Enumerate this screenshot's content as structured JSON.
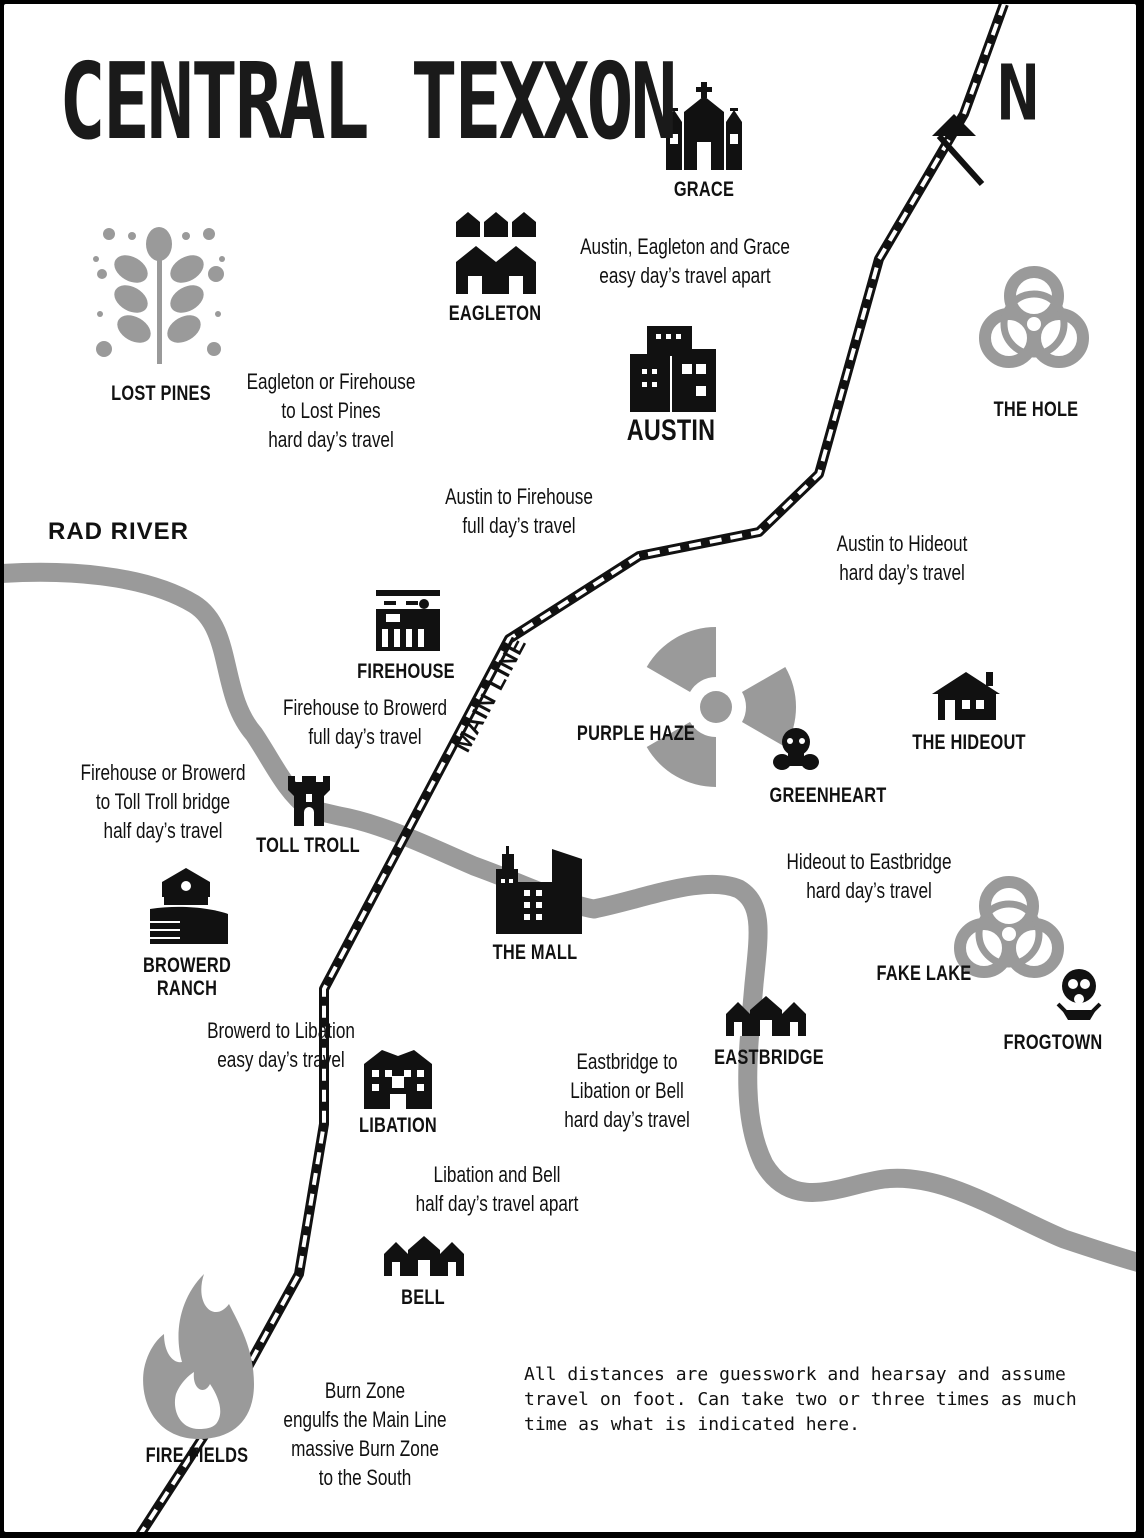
{
  "title": "CENTRAL TEXXON",
  "north": "N",
  "river_label": "RAD RIVER",
  "rail_label": "MAIN LINE",
  "locations": [
    {
      "id": "grace",
      "name": "GRACE",
      "icon": "church-icon"
    },
    {
      "id": "eagleton",
      "name": "EAGLETON",
      "icon": "houses-icon"
    },
    {
      "id": "austin",
      "name": "AUSTIN",
      "icon": "city-buildings-icon"
    },
    {
      "id": "lost-pines",
      "name": "LOST PINES",
      "icon": "plant-icon"
    },
    {
      "id": "the-hole",
      "name": "THE HOLE",
      "icon": "biohazard-icon"
    },
    {
      "id": "firehouse",
      "name": "FIREHOUSE",
      "icon": "firehouse-icon"
    },
    {
      "id": "purple-haze",
      "name": "PURPLE HAZE",
      "icon": "radiation-icon"
    },
    {
      "id": "greenheart",
      "name": "GREENHEART",
      "icon": "monster-icon"
    },
    {
      "id": "the-hideout",
      "name": "THE HIDEOUT",
      "icon": "cabin-icon"
    },
    {
      "id": "toll-troll",
      "name": "TOLL TROLL",
      "icon": "tower-icon"
    },
    {
      "id": "the-mall",
      "name": "THE MALL",
      "icon": "skyscrapers-icon"
    },
    {
      "id": "browerd-ranch",
      "name": "BROWERD\nRANCH",
      "icon": "barn-icon"
    },
    {
      "id": "fake-lake",
      "name": "FAKE LAKE",
      "icon": "biohazard-icon"
    },
    {
      "id": "frogtown",
      "name": "FROGTOWN",
      "icon": "gasmask-skull-icon"
    },
    {
      "id": "eastbridge",
      "name": "EASTBRIDGE",
      "icon": "houses-icon"
    },
    {
      "id": "libation",
      "name": "LIBATION",
      "icon": "apartment-icon"
    },
    {
      "id": "bell",
      "name": "BELL",
      "icon": "houses-icon"
    },
    {
      "id": "fire-fields",
      "name": "FIRE FIELDS",
      "icon": "flame-icon"
    }
  ],
  "travel_notes": [
    {
      "id": "aeg",
      "lines": [
        "Austin, Eagleton and Grace",
        "easy day’s travel apart"
      ]
    },
    {
      "id": "eflp",
      "lines": [
        "Eagleton or Firehouse",
        "to Lost Pines",
        "hard day’s travel"
      ]
    },
    {
      "id": "af",
      "lines": [
        "Austin to Firehouse",
        "full day’s travel"
      ]
    },
    {
      "id": "ah",
      "lines": [
        "Austin to Hideout",
        "hard day’s travel"
      ]
    },
    {
      "id": "fb",
      "lines": [
        "Firehouse to Browerd",
        "full day’s travel"
      ]
    },
    {
      "id": "fbt",
      "lines": [
        "Firehouse or Browerd",
        "to Toll Troll bridge",
        "half day’s travel"
      ]
    },
    {
      "id": "he",
      "lines": [
        "Hideout to Eastbridge",
        "hard day’s travel"
      ]
    },
    {
      "id": "bl",
      "lines": [
        "Browerd to Libation",
        "easy day’s travel"
      ]
    },
    {
      "id": "elb",
      "lines": [
        "Eastbridge to",
        "Libation or Bell",
        "hard day’s travel"
      ]
    },
    {
      "id": "lb",
      "lines": [
        "Libation and Bell",
        "half day’s travel apart"
      ]
    },
    {
      "id": "bz",
      "lines": [
        "Burn Zone",
        "engulfs the Main Line",
        "massive Burn Zone",
        "to the South"
      ]
    }
  ],
  "disclaimer": "All distances are guesswork and hearsay and assume travel on foot. Can take two or three times as much time as what is indicated here.",
  "colors": {
    "ink": "#111111",
    "gray": "#9a9a9a",
    "border": "#000000",
    "paper": "#ffffff"
  }
}
